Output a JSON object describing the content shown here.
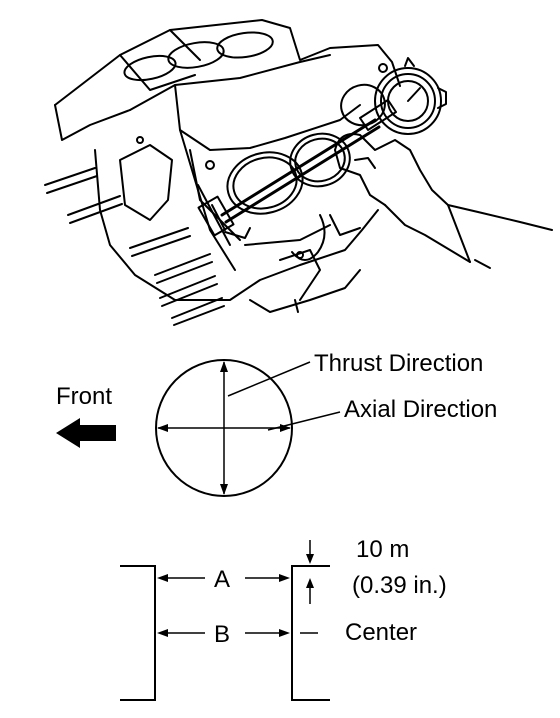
{
  "figure": {
    "illustration": "engine-block-cylinder-bore-dial-gauge",
    "labels": {
      "thrust_direction": "Thrust Direction",
      "axial_direction": "Axial Direction",
      "front": "Front",
      "point_a": "A",
      "point_b": "B",
      "distance_metric": "10 m",
      "distance_imperial": "(0.39 in.)",
      "center": "Center"
    },
    "icons": {
      "front_arrow": "left-arrow-icon"
    }
  }
}
